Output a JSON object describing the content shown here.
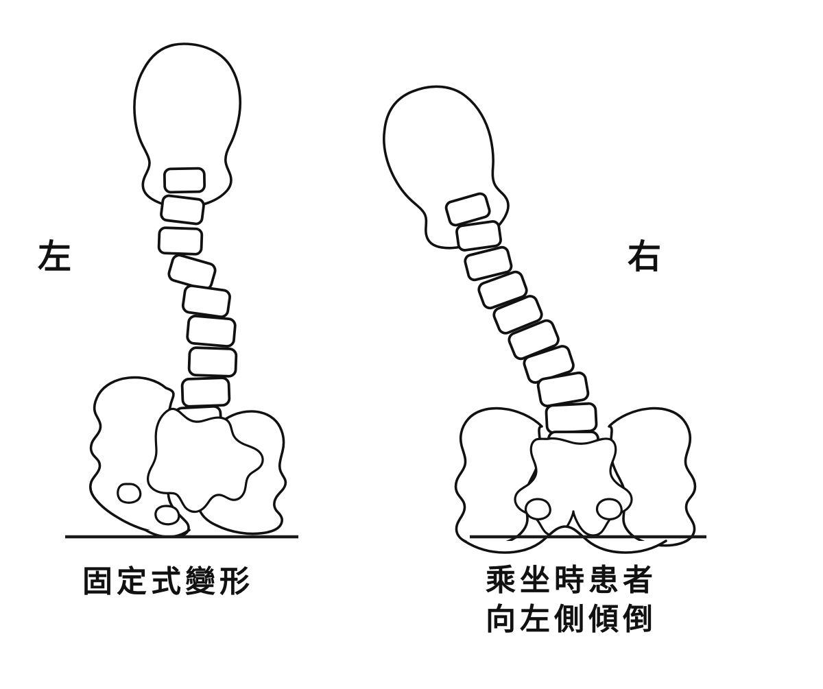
{
  "figure": {
    "title": "Fixed pelvic obliquity and compensatory sitting posture",
    "background_color": "#ffffff",
    "stroke_color": "#111111",
    "ground_line_color": "#1a1a1a"
  },
  "side_labels": {
    "left": "左",
    "right": "右"
  },
  "panels": {
    "left": {
      "caption_lines": [
        "固定式變形"
      ],
      "description_en": "Fixed deformity",
      "head": "skull-outline-upright",
      "spine": "vertebral-column-curved-right",
      "pelvis": "pelvis-oblique-tilted",
      "ground": "ground-line"
    },
    "right": {
      "caption_lines": [
        "乘坐時患者",
        "向左側傾倒"
      ],
      "description_en": "When seated, the patient leans toward the left side",
      "head": "skull-outline-tilted-left",
      "spine": "vertebral-column-oblique",
      "pelvis": "pelvis-level",
      "ground": "ground-line"
    }
  }
}
